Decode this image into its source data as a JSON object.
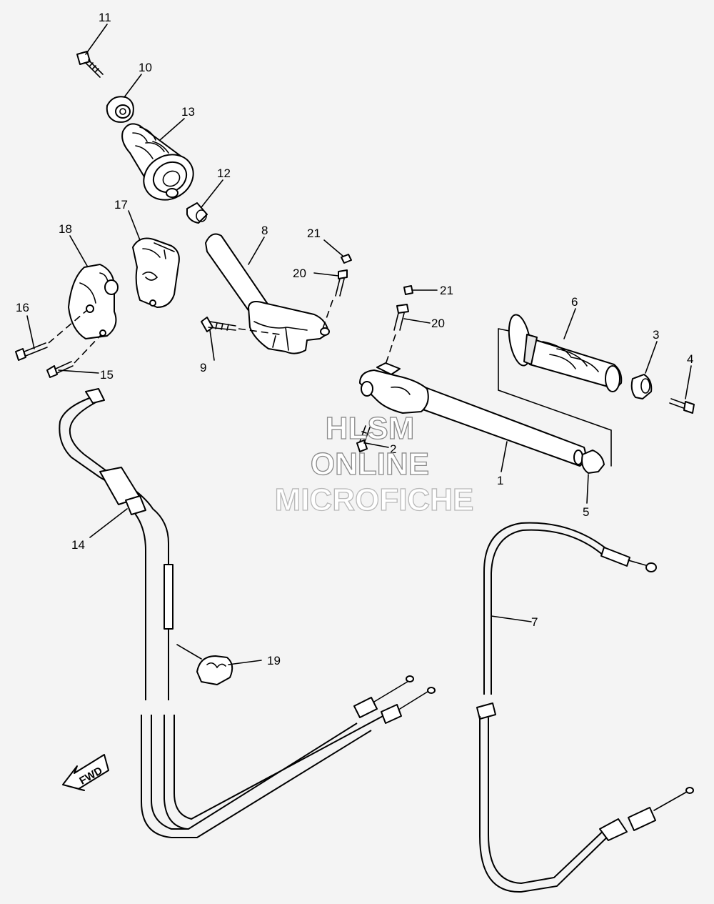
{
  "callouts": [
    "1",
    "2",
    "3",
    "4",
    "5",
    "6",
    "7",
    "8",
    "9",
    "10",
    "11",
    "12",
    "13",
    "14",
    "15",
    "16",
    "17",
    "18",
    "19",
    "20",
    "20",
    "21",
    "21"
  ],
  "fwd_label": "FWD",
  "watermark": {
    "line1": "HLSM",
    "line2": "ONLINE",
    "line3": "MICROFICHE"
  }
}
